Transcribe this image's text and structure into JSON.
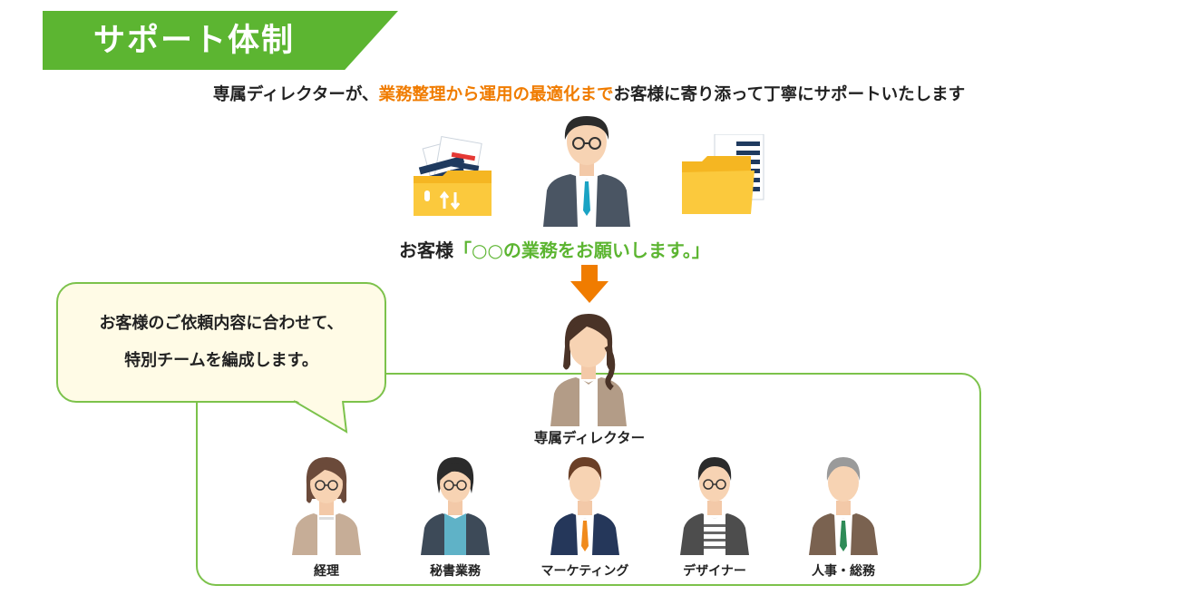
{
  "title": "サポート体制",
  "subtitle": {
    "part1": "専属ディレクターが、",
    "highlight": "業務整理から運用の最適化まで",
    "part2": "お客様に寄り添って丁寧にサポートいたします"
  },
  "request": {
    "speaker": "お客様",
    "quote": "「○○の業務をお願いします。」"
  },
  "bubble": {
    "line1": "お客様のご依頼内容に合わせて、",
    "line2": "特別チームを編成します。"
  },
  "director_label": "専属ディレクター",
  "members": [
    "経理",
    "秘書業務",
    "マーケティング",
    "デザイナー",
    "人事・総務"
  ],
  "colors": {
    "brand_green": "#5cb531",
    "accent_orange": "#f07c00",
    "bubble_fill": "#fffbe6"
  }
}
